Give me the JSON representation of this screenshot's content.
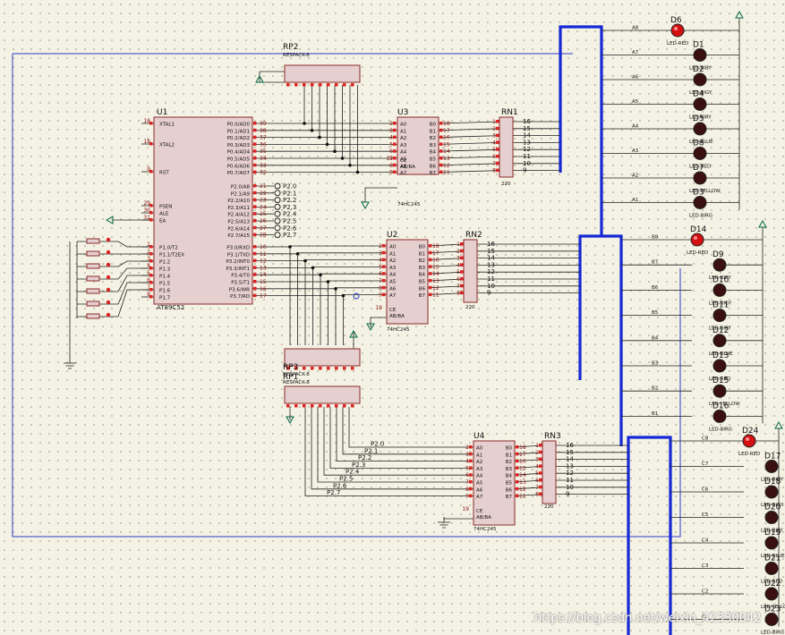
{
  "colors": {
    "wire": "#222222",
    "bus": "#1428d6",
    "chip": "#e6cfcf",
    "chip_border": "#8a2b2b",
    "led": "#cc1111",
    "pin_num": "#8a1010"
  },
  "u1": {
    "ref": "U1",
    "part": "AT89C52",
    "left_labels": [
      "XTAL1",
      "XTAL2",
      "RST",
      "PSEN",
      "ALE",
      "EA",
      "P1.0/T2",
      "P1.1/T2EX",
      "P1.2",
      "P1.3",
      "P1.4",
      "P1.5",
      "P1.6",
      "P1.7"
    ],
    "left_pins": [
      "19",
      "18",
      "9",
      "29",
      "30",
      "31",
      "1",
      "2",
      "3",
      "4",
      "5",
      "6",
      "7",
      "8"
    ],
    "right_labels": [
      "P0.0/AD0",
      "P0.1/AD1",
      "P0.2/AD2",
      "P0.3/AD3",
      "P0.4/AD4",
      "P0.5/AD5",
      "P0.6/AD6",
      "P0.7/AD7",
      "P2.0/A8",
      "P2.1/A9",
      "P2.2/A10",
      "P2.3/A11",
      "P2.4/A12",
      "P2.5/A13",
      "P2.6/A14",
      "P2.7/A15",
      "P3.0/RXD",
      "P3.1/TXD",
      "P3.2/INT0",
      "P3.3/INT1",
      "P3.4/T0",
      "P3.5/T1",
      "P3.6/WR",
      "P3.7/RD"
    ],
    "right_pins": [
      "39",
      "38",
      "37",
      "36",
      "35",
      "34",
      "33",
      "32",
      "21",
      "22",
      "23",
      "24",
      "25",
      "26",
      "27",
      "28",
      "10",
      "11",
      "12",
      "13",
      "14",
      "15",
      "16",
      "17"
    ],
    "p2_test_labels": [
      "P2.0",
      "P2.1",
      "P2.2",
      "P2.3",
      "P2.4",
      "P2.5",
      "P2.6",
      "P2.7"
    ]
  },
  "buffers": [
    {
      "ref": "U3",
      "part": "74HC245",
      "oe_pin": "19",
      "oe_label": "CE",
      "dir_label": "AB/BA"
    },
    {
      "ref": "U2",
      "part": "74HC245",
      "oe_pin": "19",
      "oe_label": "CE",
      "dir_label": "AB/BA"
    },
    {
      "ref": "U4",
      "part": "74HC245",
      "oe_pin": "19",
      "oe_label": "CE",
      "dir_label": "AB/BA"
    }
  ],
  "buffer_pins": {
    "a_labels": [
      "A0",
      "A1",
      "A2",
      "A3",
      "A4",
      "A5",
      "A6",
      "A7"
    ],
    "b_labels": [
      "B0",
      "B1",
      "B2",
      "B3",
      "B4",
      "B5",
      "B6",
      "B7"
    ],
    "a_pins": [
      "2",
      "3",
      "4",
      "5",
      "6",
      "7",
      "8",
      "9"
    ],
    "b_pins": [
      "18",
      "17",
      "16",
      "15",
      "14",
      "13",
      "12",
      "11"
    ]
  },
  "u4_inputs": [
    "P2.0",
    "P2.1",
    "P2.2",
    "P2.3",
    "P2.4",
    "P2.5",
    "P2.6",
    "P2.7"
  ],
  "resnets": [
    {
      "ref": "RN1",
      "value": "220",
      "right_labels": [
        "A8",
        "A7",
        "A6",
        "A5",
        "A4",
        "A3",
        "A2",
        "A1"
      ]
    },
    {
      "ref": "RN2",
      "value": "220",
      "right_labels": [
        "B8",
        "B7",
        "B6",
        "B5",
        "B4",
        "B3",
        "B2",
        "B1"
      ]
    },
    {
      "ref": "RN3",
      "value": "220",
      "right_labels": [
        "C8",
        "C7",
        "C6",
        "C5",
        "C4",
        "C3",
        "C2",
        "C1"
      ]
    }
  ],
  "resnet_pins": {
    "left": [
      "1",
      "2",
      "3",
      "4",
      "5",
      "6",
      "7",
      "8"
    ],
    "right": [
      "16",
      "15",
      "14",
      "13",
      "12",
      "11",
      "10",
      "9"
    ]
  },
  "packs": [
    {
      "ref": "RP2",
      "part": "RESPACK-8"
    },
    {
      "ref": "RP3",
      "part": "RESPACK-8"
    },
    {
      "ref": "RP1",
      "part": "RESPACK-8"
    }
  ],
  "led_columns": [
    {
      "bus_labels": [
        "A8",
        "A7",
        "A6",
        "A5",
        "A4",
        "A3",
        "A2",
        "A1"
      ],
      "refs": [
        "D6",
        "D1",
        "D2",
        "D4",
        "D5",
        "D8",
        "D7",
        "D3"
      ],
      "types": [
        "",
        "LED-RED",
        "LED-BIBY",
        "LED-BIGY",
        "LED-BIRY",
        "LED-BLUE",
        "LED-RED",
        "LED-YELLOW",
        "LED-BIRG"
      ]
    },
    {
      "bus_labels": [
        "B8",
        "B7",
        "B6",
        "B5",
        "B4",
        "B3",
        "B2",
        "B1"
      ],
      "refs": [
        "D14",
        "D9",
        "D10",
        "D11",
        "D12",
        "D13",
        "D15",
        "D16"
      ],
      "types": [
        "",
        "LED-RED",
        "LED-BIBY",
        "LED-BIGY",
        "LED-BIRY",
        "LED-BLUE",
        "LED-RED",
        "LED-YELLOW",
        "LED-BIRG"
      ]
    },
    {
      "bus_labels": [
        "C8",
        "C7",
        "C6",
        "C5",
        "C4",
        "C3",
        "C2",
        "C1"
      ],
      "refs": [
        "D24",
        "D17",
        "D18",
        "D20",
        "D19",
        "D21",
        "D22",
        "D23"
      ],
      "types": [
        "",
        "LED-RED",
        "LED-BIBY",
        "LED-BIGY",
        "LED-BIRY",
        "LED-BLUE",
        "LED-RED",
        "LED-YELLOW",
        "LED-BIRG"
      ]
    }
  ],
  "watermark": "https://blog.csdn.net/weixin_42330042"
}
